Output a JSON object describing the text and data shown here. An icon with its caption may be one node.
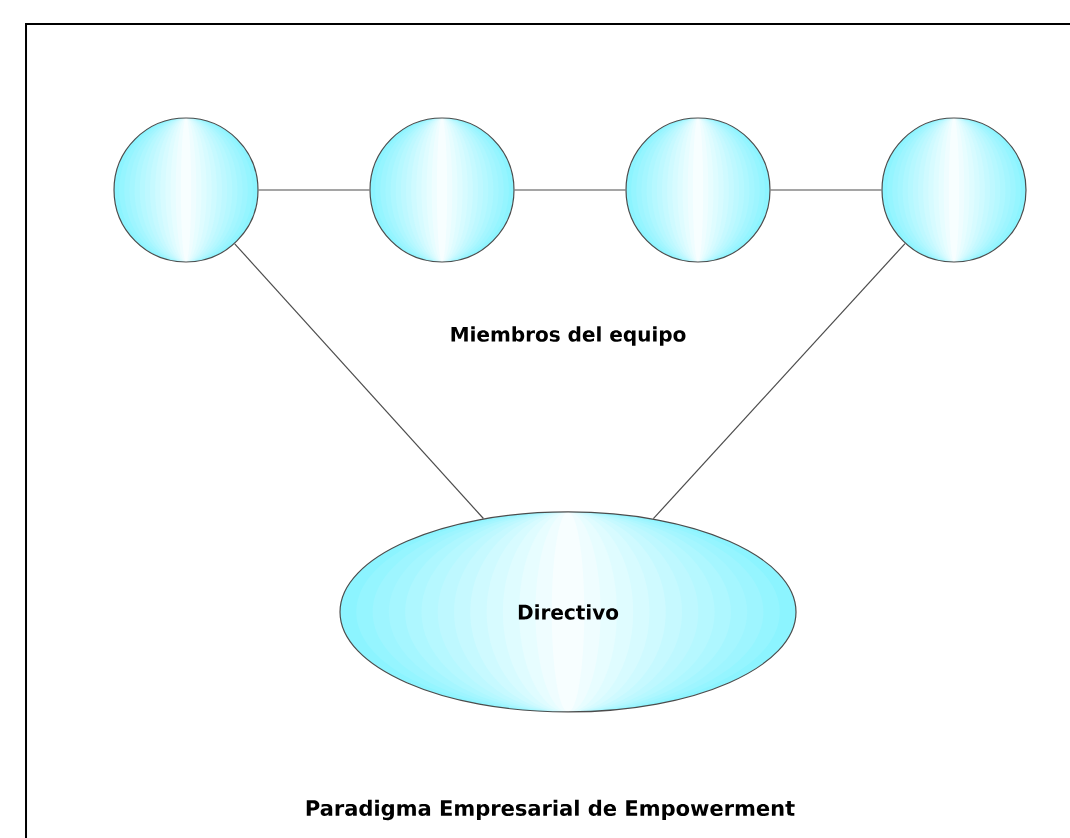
{
  "diagram": {
    "caption": "Paradigma Empresarial de Empowerment",
    "nodes": [
      {
        "text": [],
        "shape": "circle"
      },
      {
        "text": [],
        "shape": "circle"
      },
      {
        "text": [],
        "shape": "circle"
      },
      {
        "text": [],
        "shape": "circle"
      },
      {
        "text": [
          "Directivo"
        ]
      }
    ],
    "edges": [
      {
        "from": 0,
        "to": 1,
        "arrow": "none"
      },
      {
        "from": 1,
        "to": 2,
        "arrow": "none"
      },
      {
        "from": 2,
        "to": 3,
        "arrow": "none"
      },
      {
        "from": 0,
        "to": 4,
        "arrow": "none"
      },
      {
        "from": 3,
        "to": 4,
        "arrow": "none"
      }
    ],
    "labels": [
      "Miembros del equipo"
    ]
  }
}
